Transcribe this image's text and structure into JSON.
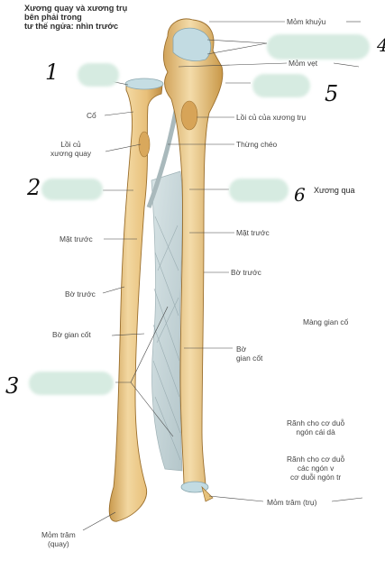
{
  "title": "Xương quay và xương trụ\nbên phải trong\ntư thế ngửa: nhìn trước",
  "labels": {
    "mom_khuyu": "Mỏm khuỷu",
    "mom_vet": "Mỏm vẹt",
    "co": "Cổ",
    "loi_cu_xuong_quay": "Lồi củ\nxương quay",
    "loi_cu_xuong_tru": "Lồi củ của xương trụ",
    "thung_cheo": "Thừng chéo",
    "mat_truoc_left": "Mặt trước",
    "mat_truoc_right": "Mặt trước",
    "bo_truoc_left": "Bờ trước",
    "bo_truoc_right": "Bờ trước",
    "bo_gian_cot_left": "Bờ gian cốt",
    "bo_gian_cot_right": "Bờ\ngian cốt",
    "mang_gian_cot": "Màng gian cố",
    "ranh_duoi_ngon_cai": "Rãnh cho cơ duỗ\nngón cái dà",
    "ranh_duoi_ngon": "Rãnh cho cơ duỗ\ncác ngón v\ncơ duỗi ngón tr",
    "mom_tram_tru": "Mỏm trâm (trụ)",
    "mom_tram_quay": "Mỏm trâm\n(quay)",
    "xuong_qua": "Xương qua"
  },
  "handwritten": [
    "1",
    "2",
    "3",
    "4",
    "5",
    "6"
  ],
  "colors": {
    "bone": "#e7c078",
    "bone_light": "#f3dca8",
    "bone_dark": "#c89a4c",
    "membrane": "#c8d6d8",
    "cartilage": "#b8d4dc",
    "mask": "#d6ebe1"
  }
}
